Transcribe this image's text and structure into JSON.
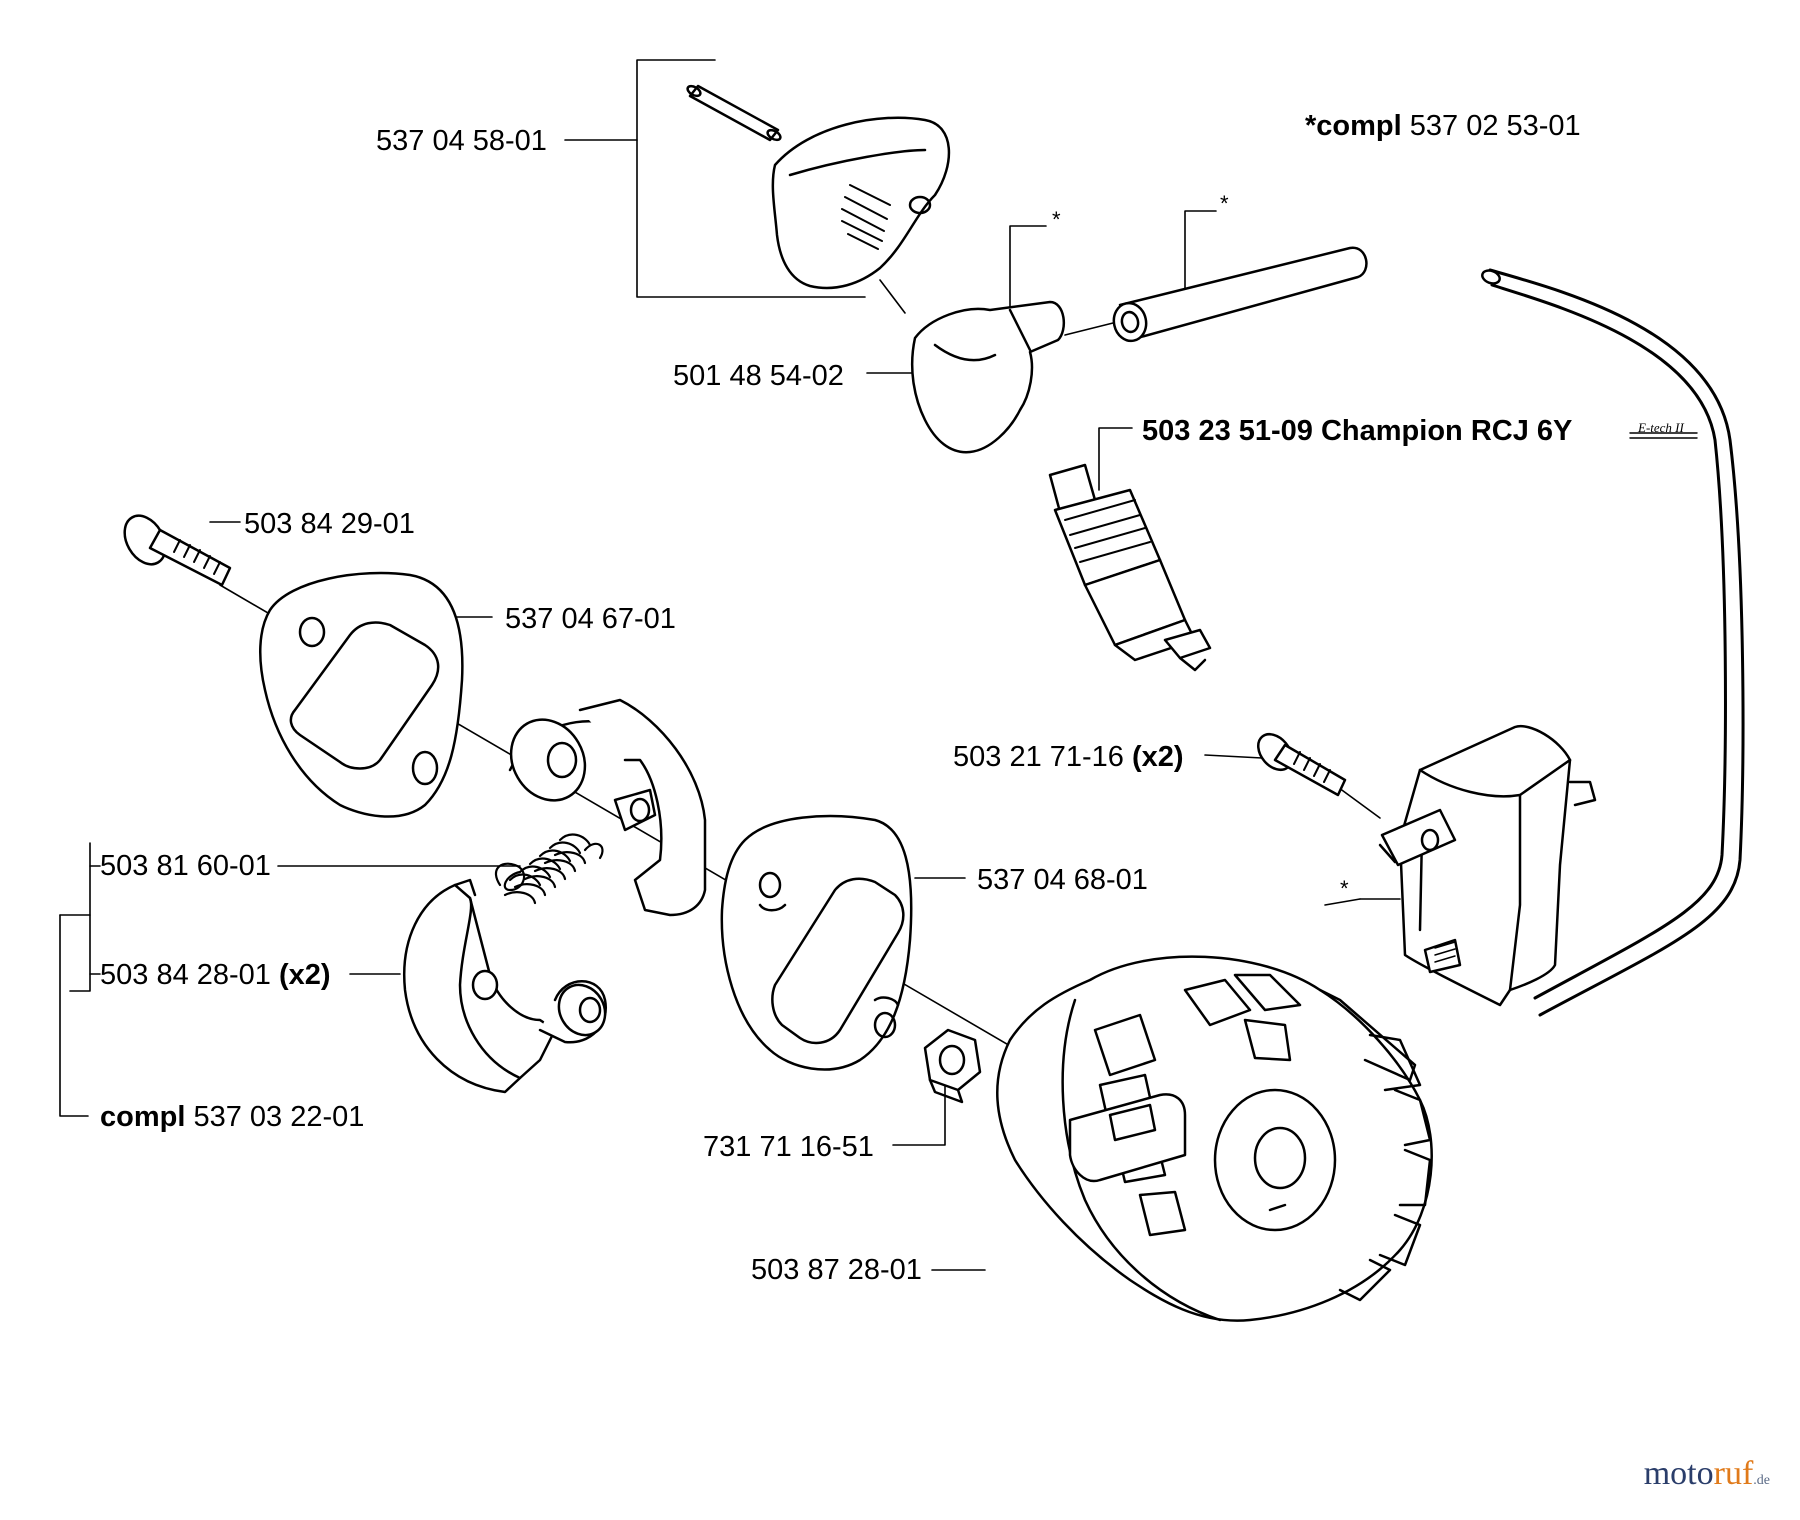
{
  "diagram": {
    "labels": {
      "cap_ass": "537 04 58-01",
      "compl_prefix": "*compl",
      "compl_num": "537 02 53-01",
      "star": "*",
      "spark_cap": "501 48 54-02",
      "spark_plug": "503 23 51-09 Champion RCJ 6Y",
      "etech": "E-tech II",
      "screw_top": "503 84 29-01",
      "plate_top": "537 04 67-01",
      "screw_module_num": "503 21 71-16",
      "screw_module_qty": "(x2)",
      "spring": "503 81 60-01",
      "clutch_shoe_num": "503 84 28-01",
      "clutch_shoe_qty": "(x2)",
      "plate_bottom": "537 04 68-01",
      "clutch_prefix": "compl",
      "clutch_num": "537 03 22-01",
      "nut": "731 71 16-51",
      "flywheel": "503 87 28-01"
    },
    "watermark": {
      "part1": "moto",
      "part2": "ruf",
      "tld": ".de",
      "color1": "#2a3d6a",
      "color2": "#e07a1a"
    }
  }
}
